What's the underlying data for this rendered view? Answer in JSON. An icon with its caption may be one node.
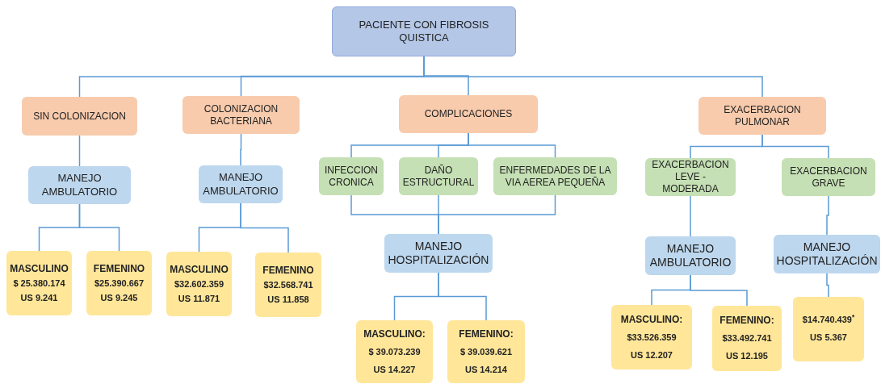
{
  "diagram": {
    "nodes": [
      {
        "text": [
          "PACIENTE CON FIBROSIS QUISTICA"
        ]
      },
      {
        "text": [
          "SIN COLONIZACION"
        ]
      },
      {
        "text": [
          "COLONIZACION BACTERIANA"
        ]
      },
      {
        "text": [
          "COMPLICACIONES"
        ]
      },
      {
        "text": [
          "EXACERBACION PULMONAR"
        ]
      },
      {
        "text": [
          "MANEJO AMBULATORIO"
        ]
      },
      {
        "text": [
          "MANEJO AMBULATORIO"
        ]
      },
      {
        "text": [
          "INFECCION CRONICA"
        ]
      },
      {
        "text": [
          "DAÑO ESTRUCTURAL"
        ]
      },
      {
        "text": [
          "ENFERMEDADES DE LA VIA AEREA PEQUEÑA"
        ]
      },
      {
        "text": [
          "EXACERBACION LEVE - MODERADA"
        ]
      },
      {
        "text": [
          "EXACERBACION GRAVE"
        ]
      },
      {
        "text": [
          "MANEJO HOSPITALIZACIÓN"
        ]
      },
      {
        "text": [
          "MANEJO AMBULATORIO"
        ]
      },
      {
        "text": [
          "MANEJO HOSPITALIZACIÓN"
        ]
      },
      {
        "text": [
          "MASCULINO",
          "$ 25.380.174",
          "US 9.241"
        ]
      },
      {
        "text": [
          "FEMENINO",
          "$25.390.667",
          "US 9.245"
        ]
      },
      {
        "text": [
          "MASCULINO",
          "$32.602.359",
          "US 11.871"
        ]
      },
      {
        "text": [
          "FEMENINO",
          "$32.568.741",
          "US 11.858"
        ]
      },
      {
        "text": [
          "MASCULINO:",
          "$ 39.073.239",
          "US 14.227"
        ]
      },
      {
        "text": [
          "FEMENINO:",
          "$ 39.039.621",
          "US 14.214"
        ]
      },
      {
        "text": [
          "MASCULINO:",
          "$33.526.359",
          "US 12.207"
        ]
      },
      {
        "text": [
          "FEMENINO:",
          "$33.492.741",
          "US 12.195"
        ]
      },
      {
        "text": [
          "$14.740.439$^{*}$",
          "US 5.367"
        ]
      }
    ],
    "edges": [
      {
        "from": 0,
        "to": 1,
        "arrow": "none"
      },
      {
        "from": 0,
        "to": 2,
        "arrow": "none"
      },
      {
        "from": 0,
        "to": 3,
        "arrow": "none"
      },
      {
        "from": 0,
        "to": 4,
        "arrow": "none"
      },
      {
        "from": 1,
        "to": 5,
        "arrow": "none"
      },
      {
        "from": 2,
        "to": 6,
        "arrow": "none"
      },
      {
        "from": 3,
        "to": 7,
        "arrow": "none"
      },
      {
        "from": 3,
        "to": 8,
        "arrow": "none"
      },
      {
        "from": 3,
        "to": 9,
        "arrow": "none"
      },
      {
        "from": 4,
        "to": 10,
        "arrow": "none"
      },
      {
        "from": 4,
        "to": 11,
        "arrow": "none"
      },
      {
        "from": 7,
        "to": 12,
        "arrow": "none"
      },
      {
        "from": 8,
        "to": 12,
        "arrow": "none"
      },
      {
        "from": 9,
        "to": 12,
        "arrow": "none"
      },
      {
        "from": 10,
        "to": 13,
        "arrow": "none"
      },
      {
        "from": 11,
        "to": 14,
        "arrow": "none"
      },
      {
        "from": 5,
        "to": 15,
        "arrow": "none"
      },
      {
        "from": 5,
        "to": 16,
        "arrow": "none"
      },
      {
        "from": 6,
        "to": 17,
        "arrow": "none"
      },
      {
        "from": 6,
        "to": 18,
        "arrow": "none"
      },
      {
        "from": 12,
        "to": 19,
        "arrow": "none"
      },
      {
        "from": 12,
        "to": 20,
        "arrow": "none"
      },
      {
        "from": 13,
        "to": 21,
        "arrow": "none"
      },
      {
        "from": 13,
        "to": 22,
        "arrow": "none"
      },
      {
        "from": 14,
        "to": 23,
        "arrow": "none"
      }
    ]
  }
}
